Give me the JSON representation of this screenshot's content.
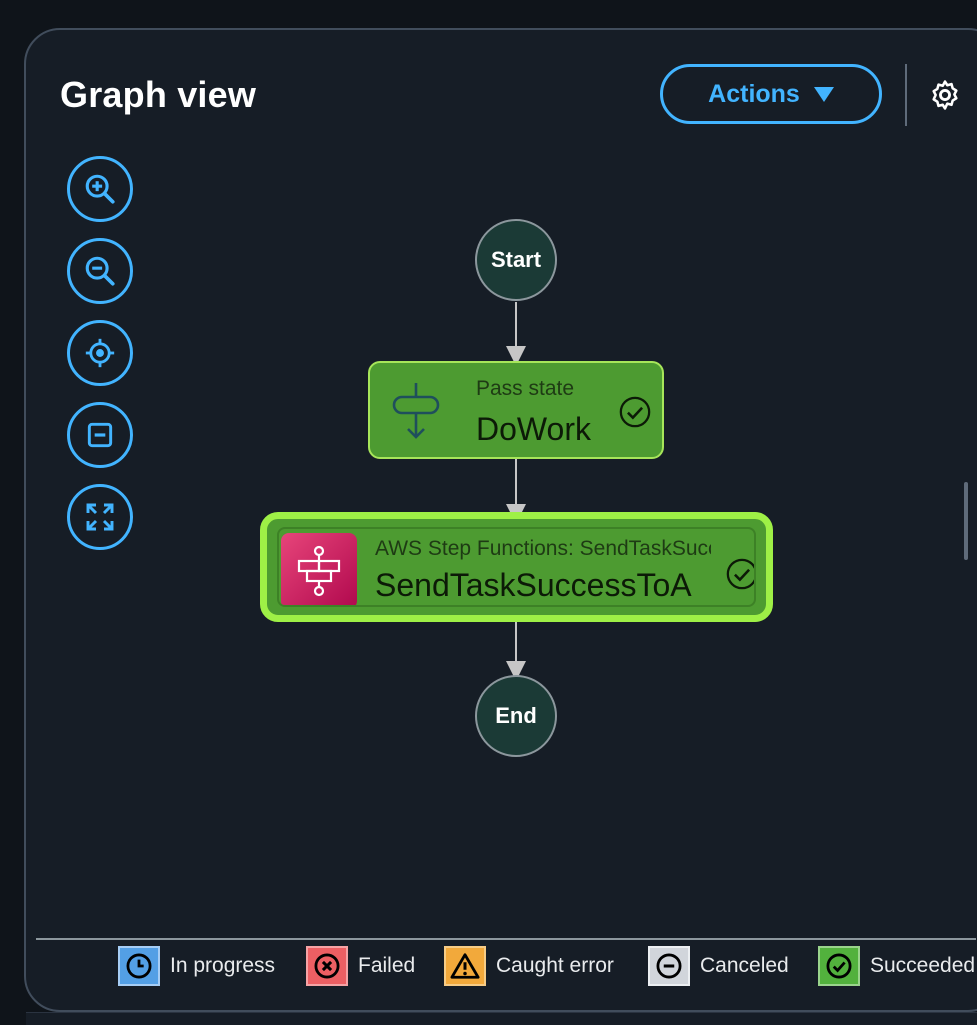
{
  "header": {
    "title": "Graph view",
    "actions_label": "Actions"
  },
  "zoom_controls": [
    "zoom-in",
    "zoom-out",
    "center",
    "collapse",
    "fit"
  ],
  "graph": {
    "start_label": "Start",
    "end_label": "End",
    "states": [
      {
        "type_label": "Pass state",
        "name": "DoWork",
        "status": "succeeded"
      },
      {
        "type_label": "AWS Step Functions: SendTaskSuccess",
        "name": "SendTaskSuccessToA",
        "status": "succeeded"
      }
    ]
  },
  "legend": [
    {
      "label": "In progress",
      "color": "#539fe5",
      "icon": "clock-icon"
    },
    {
      "label": "Failed",
      "color": "#ec5f63",
      "icon": "x-circle-icon"
    },
    {
      "label": "Caught error",
      "color": "#f2a93b",
      "icon": "warning-icon"
    },
    {
      "label": "Canceled",
      "color": "#d1d5db",
      "icon": "minus-circle-icon"
    },
    {
      "label": "Succeeded",
      "color": "#52b13d",
      "icon": "check-circle-icon"
    }
  ],
  "colors": {
    "accent": "#42b4ff",
    "success_fill": "#4d9b31",
    "success_border": "#9ef046",
    "background": "#161d26"
  }
}
